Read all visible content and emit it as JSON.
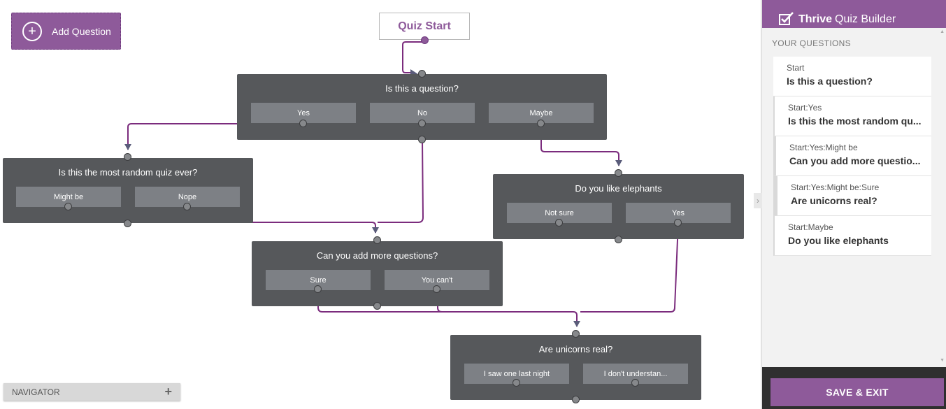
{
  "toolbar": {
    "add_question_label": "Add Question"
  },
  "quiz_start": {
    "label": "Quiz Start"
  },
  "questions": [
    {
      "title": "Is this a question?",
      "answers": [
        "Yes",
        "No",
        "Maybe"
      ]
    },
    {
      "title": "Is this the most random quiz ever?",
      "answers": [
        "Might be",
        "Nope"
      ]
    },
    {
      "title": "Do you like elephants",
      "answers": [
        "Not sure",
        "Yes"
      ]
    },
    {
      "title": "Can you add more questions?",
      "answers": [
        "Sure",
        "You can't"
      ]
    },
    {
      "title": "Are unicorns real?",
      "answers": [
        "I saw one last night",
        "I don't understan..."
      ]
    }
  ],
  "navigator": {
    "label": "NAVIGATOR"
  },
  "panel": {
    "brand_bold": "Thrive",
    "brand_rest": "Quiz Builder",
    "section_title": "YOUR QUESTIONS",
    "items": [
      {
        "path": "Start",
        "text": "Is this a question?"
      },
      {
        "path": "Start:Yes",
        "text": "Is this the most random qu..."
      },
      {
        "path": "Start:Yes:Might be",
        "text": "Can you add more questio..."
      },
      {
        "path": "Start:Yes:Might be:Sure",
        "text": "Are unicorns real?"
      },
      {
        "path": "Start:Maybe",
        "text": "Do you like elephants"
      }
    ],
    "save_label": "SAVE & EXIT"
  },
  "colors": {
    "accent": "#8e5a9a",
    "node": "#56585b",
    "answer": "#7d8085",
    "link": "#7b2c7d"
  }
}
